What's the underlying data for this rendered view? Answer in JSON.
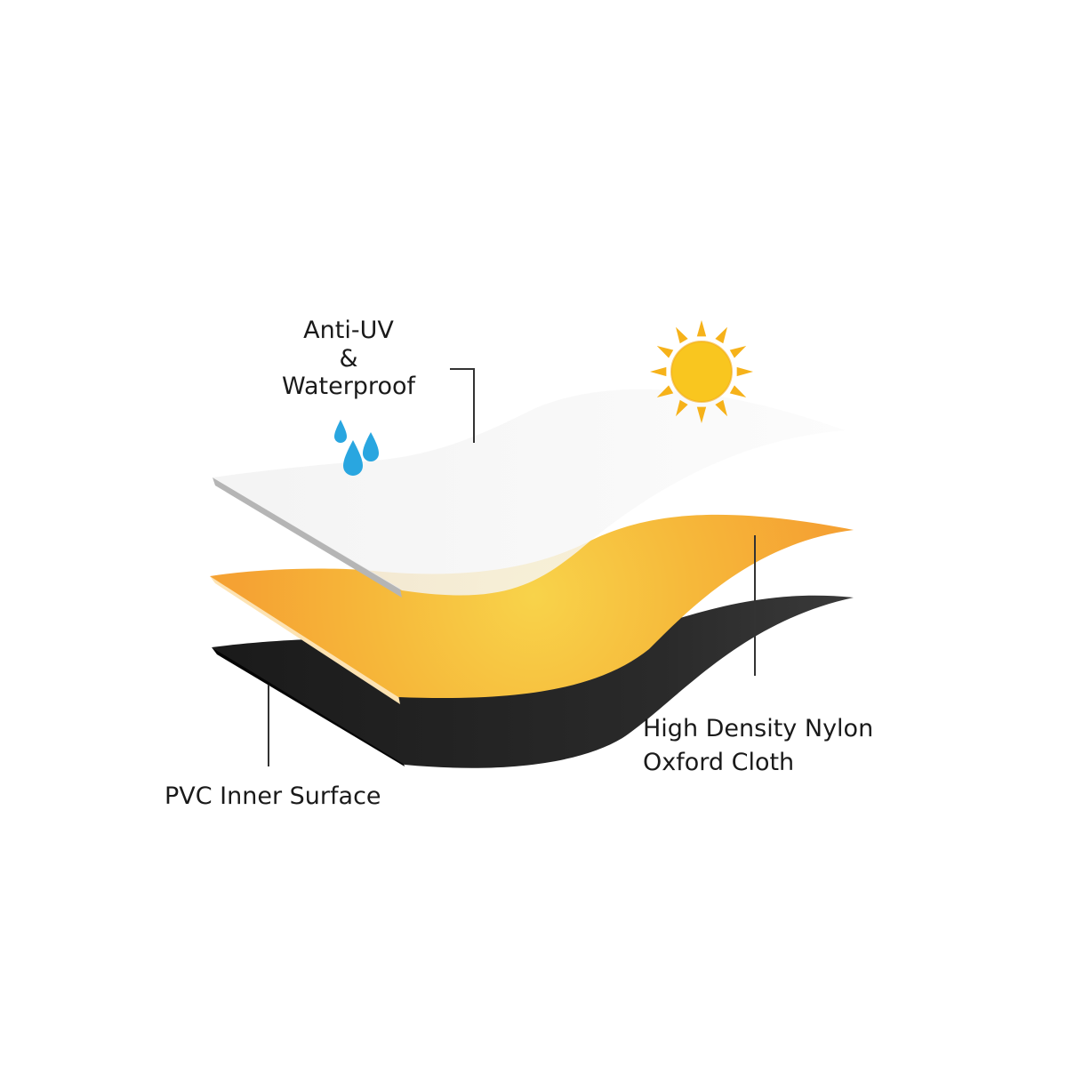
{
  "labels": {
    "top": {
      "line1": "Anti-UV",
      "line2": "&",
      "line3": "Waterproof"
    },
    "middle": {
      "line1": "High Density Nylon",
      "line2": "Oxford Cloth"
    },
    "bottom": {
      "line1": "PVC Inner Surface"
    }
  },
  "icons": {
    "sun": "sun-icon",
    "water": "water-drops-icon"
  },
  "colors": {
    "background": "#ffffff",
    "top_layer": "#f2f2f2",
    "top_layer_edge": "#b5b5b5",
    "middle_layer": "#f5a233",
    "middle_layer_glow": "#f8d34a",
    "middle_layer_edge": "#fde3b3",
    "bottom_layer": "#222222",
    "bottom_layer_edge": "#050505",
    "sun": "#f6b21a",
    "sun_core": "#f9c61f",
    "water": "#29a6e0",
    "leader_line": "#333333",
    "text": "#1a1a1a"
  }
}
